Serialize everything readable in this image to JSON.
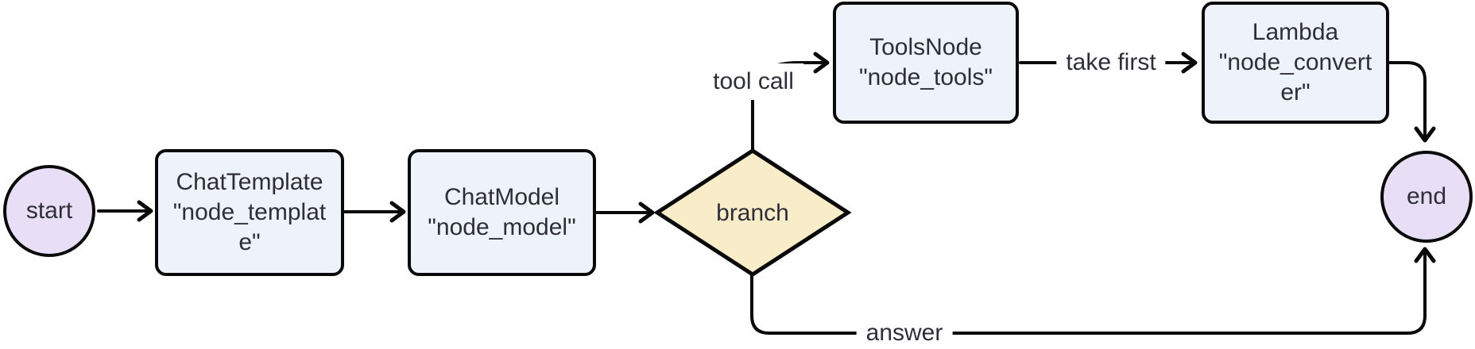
{
  "diagram": {
    "type": "flowchart",
    "direction": "left-to-right",
    "colors": {
      "background": "#ffffff",
      "terminal_fill": "#E8DFF7",
      "process_fill": "#EDF2FB",
      "decision_fill": "#F9EDC9",
      "stroke": "#0a0a0a",
      "text": "#2e2e38"
    },
    "nodes": {
      "start": {
        "shape": "circle",
        "label": "start"
      },
      "chat_template": {
        "shape": "rounded-rect",
        "lines": [
          "ChatTemplate",
          "\"node_templat",
          "e\""
        ]
      },
      "chat_model": {
        "shape": "rounded-rect",
        "lines": [
          "ChatModel",
          "\"node_model\""
        ]
      },
      "branch": {
        "shape": "diamond",
        "label": "branch"
      },
      "tools_node": {
        "shape": "rounded-rect",
        "lines": [
          "ToolsNode",
          "\"node_tools\""
        ]
      },
      "converter": {
        "shape": "rounded-rect",
        "lines": [
          "Lambda",
          "\"node_convert",
          "er\""
        ]
      },
      "end": {
        "shape": "circle",
        "label": "end"
      }
    },
    "edges": [
      {
        "from": "start",
        "to": "chat_template",
        "label": ""
      },
      {
        "from": "chat_template",
        "to": "chat_model",
        "label": ""
      },
      {
        "from": "chat_model",
        "to": "branch",
        "label": ""
      },
      {
        "from": "branch",
        "to": "tools_node",
        "label": "tool call"
      },
      {
        "from": "tools_node",
        "to": "converter",
        "label": "take first"
      },
      {
        "from": "converter",
        "to": "end",
        "label": ""
      },
      {
        "from": "branch",
        "to": "end",
        "label": "answer"
      }
    ],
    "edge_labels": {
      "tool_call": "tool call",
      "take_first": "take first",
      "answer": "answer"
    }
  }
}
